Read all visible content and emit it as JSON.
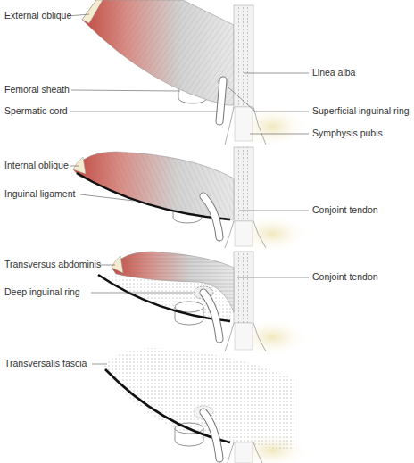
{
  "diagram": {
    "labels": [
      "External oblique",
      "Linea alba",
      "Femoral sheath",
      "Spermatic cord",
      "Superficial inguinal ring",
      "Symphysis pubis",
      "Internal oblique",
      "Inguinal ligament",
      "Conjoint tendon",
      "Transversus abdominis",
      "Deep inguinal ring",
      "Conjoint tendon",
      "Transversalis fascia"
    ]
  }
}
